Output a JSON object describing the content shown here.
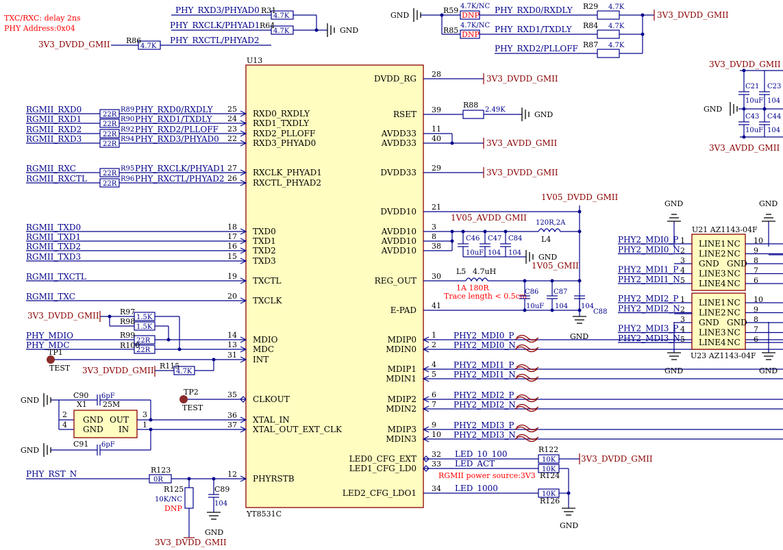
{
  "notes": {
    "line1": "TXC/RXC:  delay 2ns",
    "line2": "PHY Address:0x04",
    "rgmii_power": "RGMII power source:3V3",
    "trace": "Trace length < 0.5cm",
    "l5_rating": "1A 180R"
  },
  "chip": {
    "ref": "U13",
    "part": "YT8531C",
    "left_pins": [
      {
        "num": "25",
        "name": "RXD0_RXDLY"
      },
      {
        "num": "24",
        "name": "RXD1_TXDLY"
      },
      {
        "num": "23",
        "name": "RXD2_PLLOFF"
      },
      {
        "num": "22",
        "name": "RXD3_PHYAD0"
      },
      {
        "num": "27",
        "name": "RXCLK_PHYAD1"
      },
      {
        "num": "26",
        "name": "RXCTL_PHYAD2"
      },
      {
        "num": "18",
        "name": "TXD0"
      },
      {
        "num": "17",
        "name": "TXD1"
      },
      {
        "num": "16",
        "name": "TXD2"
      },
      {
        "num": "15",
        "name": "TXD3"
      },
      {
        "num": "19",
        "name": "TXCTL"
      },
      {
        "num": "20",
        "name": "TXCLK"
      },
      {
        "num": "14",
        "name": "MDIO"
      },
      {
        "num": "13",
        "name": "MDC"
      },
      {
        "num": "31",
        "name": "INT"
      },
      {
        "num": "35",
        "name": "CLKOUT"
      },
      {
        "num": "36",
        "name": "XTAL_IN"
      },
      {
        "num": "37",
        "name": "XTAL_OUT_EXT_CLK"
      },
      {
        "num": "12",
        "name": "PHYRSTB"
      }
    ],
    "right_pins": [
      {
        "num": "28",
        "name": "DVDD_RG"
      },
      {
        "num": "39",
        "name": "RSET"
      },
      {
        "num": "11",
        "name": "AVDD33"
      },
      {
        "num": "40",
        "name": "AVDD33"
      },
      {
        "num": "29",
        "name": "DVDD33"
      },
      {
        "num": "21",
        "name": "DVDD10"
      },
      {
        "num": "3",
        "name": "AVDD10"
      },
      {
        "num": "8",
        "name": "AVDD10"
      },
      {
        "num": "38",
        "name": "AVDD10"
      },
      {
        "num": "30",
        "name": "REG_OUT"
      },
      {
        "num": "41",
        "name": "E-PAD"
      },
      {
        "num": "1",
        "name": "MDIP0"
      },
      {
        "num": "2",
        "name": "MDIN0"
      },
      {
        "num": "4",
        "name": "MDIP1"
      },
      {
        "num": "5",
        "name": "MDIN1"
      },
      {
        "num": "6",
        "name": "MDIP2"
      },
      {
        "num": "7",
        "name": "MDIN2"
      },
      {
        "num": "9",
        "name": "MDIP3"
      },
      {
        "num": "10",
        "name": "MDIN3"
      },
      {
        "num": "32",
        "name": "LED0_CFG_EXT"
      },
      {
        "num": "33",
        "name": "LED1_CFG_LD0"
      },
      {
        "num": "34",
        "name": "LED2_CFG_LDO1"
      }
    ]
  },
  "left_nets": {
    "rxd": [
      "RGMII_RXD0",
      "RGMII_RXD1",
      "RGMII_RXD2",
      "RGMII_RXD3"
    ],
    "rx_ctl": [
      "RGMII_RXC",
      "RGMII_RXCTL"
    ],
    "txd": [
      "RGMII_TXD0",
      "RGMII_TXD1",
      "RGMII_TXD2",
      "RGMII_TXD3"
    ],
    "txctl": "RGMII_TXCTL",
    "txc": "RGMII_TXC",
    "mdio": "PHY_MDIO",
    "mdc": "PHY_MDC",
    "rst": "PHY_RST_N"
  },
  "phy_nets": {
    "rx": [
      "PHY_RXD0/RXDLY",
      "PHY_RXD1/TXDLY",
      "PHY_RXD2/PLLOFF",
      "PHY_RXD3/PHYAD0"
    ],
    "rx2": [
      "PHY_RXCLK/PHYAD1",
      "PHY_RXCTL/PHYAD2"
    ],
    "top_left": [
      "PHY_RXD3/PHYAD0",
      "PHY_RXCLK/PHYAD1",
      "PHY_RXCTL/PHYAD2"
    ],
    "top_right": [
      "PHY_RXD0/RXDLY",
      "PHY_RXD1/TXDLY",
      "PHY_RXD2/PLLOFF"
    ]
  },
  "resistors": {
    "R31": {
      "ref": "R31",
      "val": "4.7K"
    },
    "R64": {
      "ref": "R64",
      "val": "4.7K"
    },
    "R86": {
      "ref": "R86",
      "val": "4.7K"
    },
    "R59": {
      "ref": "R59",
      "val": "4.7K/NC",
      "dnp": "DNP"
    },
    "R85": {
      "ref": "R85",
      "val": "4.7K/NC",
      "dnp": "DNP"
    },
    "R29": {
      "ref": "R29",
      "val": "4.7K"
    },
    "R84": {
      "ref": "R84",
      "val": "4.7K"
    },
    "R87": {
      "ref": "R87",
      "val": "4.7K"
    },
    "series": [
      {
        "ref": "R89",
        "val": "22R"
      },
      {
        "ref": "R90",
        "val": "22R"
      },
      {
        "ref": "R92",
        "val": "22R"
      },
      {
        "ref": "R94",
        "val": "22R"
      },
      {
        "ref": "R95",
        "val": "22R"
      },
      {
        "ref": "R96",
        "val": "22R"
      }
    ],
    "R88": {
      "ref": "R88",
      "val": "2.49K"
    },
    "R97": {
      "ref": "R97",
      "val": "1.5K"
    },
    "R98": {
      "ref": "R98",
      "val": "1.5K"
    },
    "R99": {
      "ref": "R99",
      "val": "22R"
    },
    "R100": {
      "ref": "R100",
      "val": "22R"
    },
    "R115": {
      "ref": "R115",
      "val": "4.7K"
    },
    "R123": {
      "ref": "R123",
      "val": "0R"
    },
    "R125": {
      "ref": "R125",
      "val": "10K/NC",
      "dnp": "DNP"
    },
    "R122": {
      "ref": "R122",
      "val": "10K"
    },
    "R124": {
      "ref": "R124",
      "val": "10K"
    },
    "R126": {
      "ref": "R126",
      "val": "10K"
    }
  },
  "caps": {
    "C46": {
      "ref": "C46",
      "val": "10uF"
    },
    "C47": {
      "ref": "C47",
      "val": "104"
    },
    "C84": {
      "ref": "C84",
      "val": "104"
    },
    "C86": {
      "ref": "C86",
      "val": "10uF"
    },
    "C87": {
      "ref": "C87",
      "val": "104"
    },
    "C88": {
      "ref": "C88",
      "val": "104"
    },
    "C89": {
      "ref": "C89",
      "val": "104"
    },
    "C90": {
      "ref": "C90",
      "val": "6pF"
    },
    "C91": {
      "ref": "C91",
      "val": "6pF"
    },
    "C21": {
      "ref": "C21",
      "val": "10uF"
    },
    "C23": {
      "ref": "C23",
      "val": "104"
    },
    "C43": {
      "ref": "C43",
      "val": "10uF"
    },
    "C44": {
      "ref": "C44",
      "val": "104"
    }
  },
  "inductors": {
    "L4": {
      "ref": "L4",
      "val": "120R,2A"
    },
    "L5": {
      "ref": "L5",
      "val": "4.7uH"
    }
  },
  "crystal": {
    "ref": "X1",
    "freq": "25M",
    "gnd": "GND",
    "out": "OUT",
    "in": "IN",
    "p1": "1",
    "p2": "2",
    "p3": "3",
    "p4": "4"
  },
  "testpoints": {
    "tp1": "TP1",
    "tp2": "TP2",
    "label": "TEST"
  },
  "power": {
    "dvdd_gmii": "3V3_DVDD_GMII",
    "avdd_gmii": "3V3_AVDD_GMII",
    "v105_dvdd": "1V05_DVDD_GMII",
    "v105_avdd": "1V05_AVDD_GMII",
    "v105_gmii": "1V05_GMII",
    "gnd": "GND"
  },
  "mdi_nets": [
    "PHY2_MDI0_P",
    "PHY2_MDI0_N",
    "PHY2_MDI1_P",
    "PHY2_MDI1_N",
    "PHY2_MDI2_P",
    "PHY2_MDI2_N",
    "PHY2_MDI3_P",
    "PHY2_MDI3_N"
  ],
  "led_nets": [
    "LED_10_100",
    "LED_ACT",
    "LED_1000"
  ],
  "esd": {
    "u21": "U21 AZ1143-04F",
    "u23": "U23 AZ1143-04F",
    "pins": [
      "LINE1",
      "LINE2",
      "GND",
      "LINE3",
      "LINE4"
    ],
    "nc": [
      "NC",
      "NC",
      "GND",
      "NC",
      "NC"
    ],
    "left_nums": [
      "1",
      "2",
      "3",
      "4",
      "5"
    ],
    "right_nums": [
      "10",
      "9",
      "8",
      "7",
      "6"
    ]
  }
}
